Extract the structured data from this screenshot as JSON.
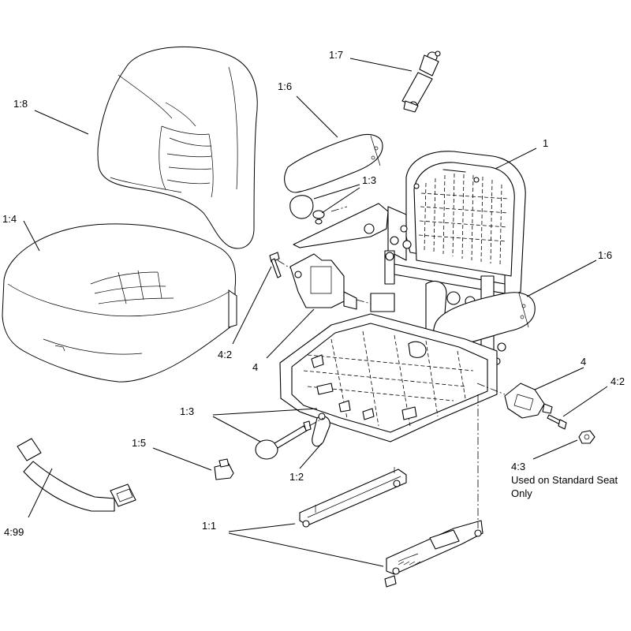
{
  "callouts": {
    "c_1_7": "1:7",
    "c_1_6_top": "1:6",
    "c_1_8": "1:8",
    "c_1": "1",
    "c_1_3_top": "1:3",
    "c_1_4": "1:4",
    "c_1_6_right": "1:6",
    "c_4_2_left": "4:2",
    "c_4_left": "4",
    "c_4_right": "4",
    "c_4_2_right": "4:2",
    "c_1_3_bottom": "1:3",
    "c_1_5": "1:5",
    "c_1_2": "1:2",
    "c_4_3": "4:3",
    "c_1_1": "1:1",
    "c_4_99": "4:99"
  },
  "notes": {
    "standard_seat_line1": "Used on Standard Seat",
    "standard_seat_line2": "Only"
  },
  "colors": {
    "line": "#000000",
    "background": "#ffffff"
  }
}
